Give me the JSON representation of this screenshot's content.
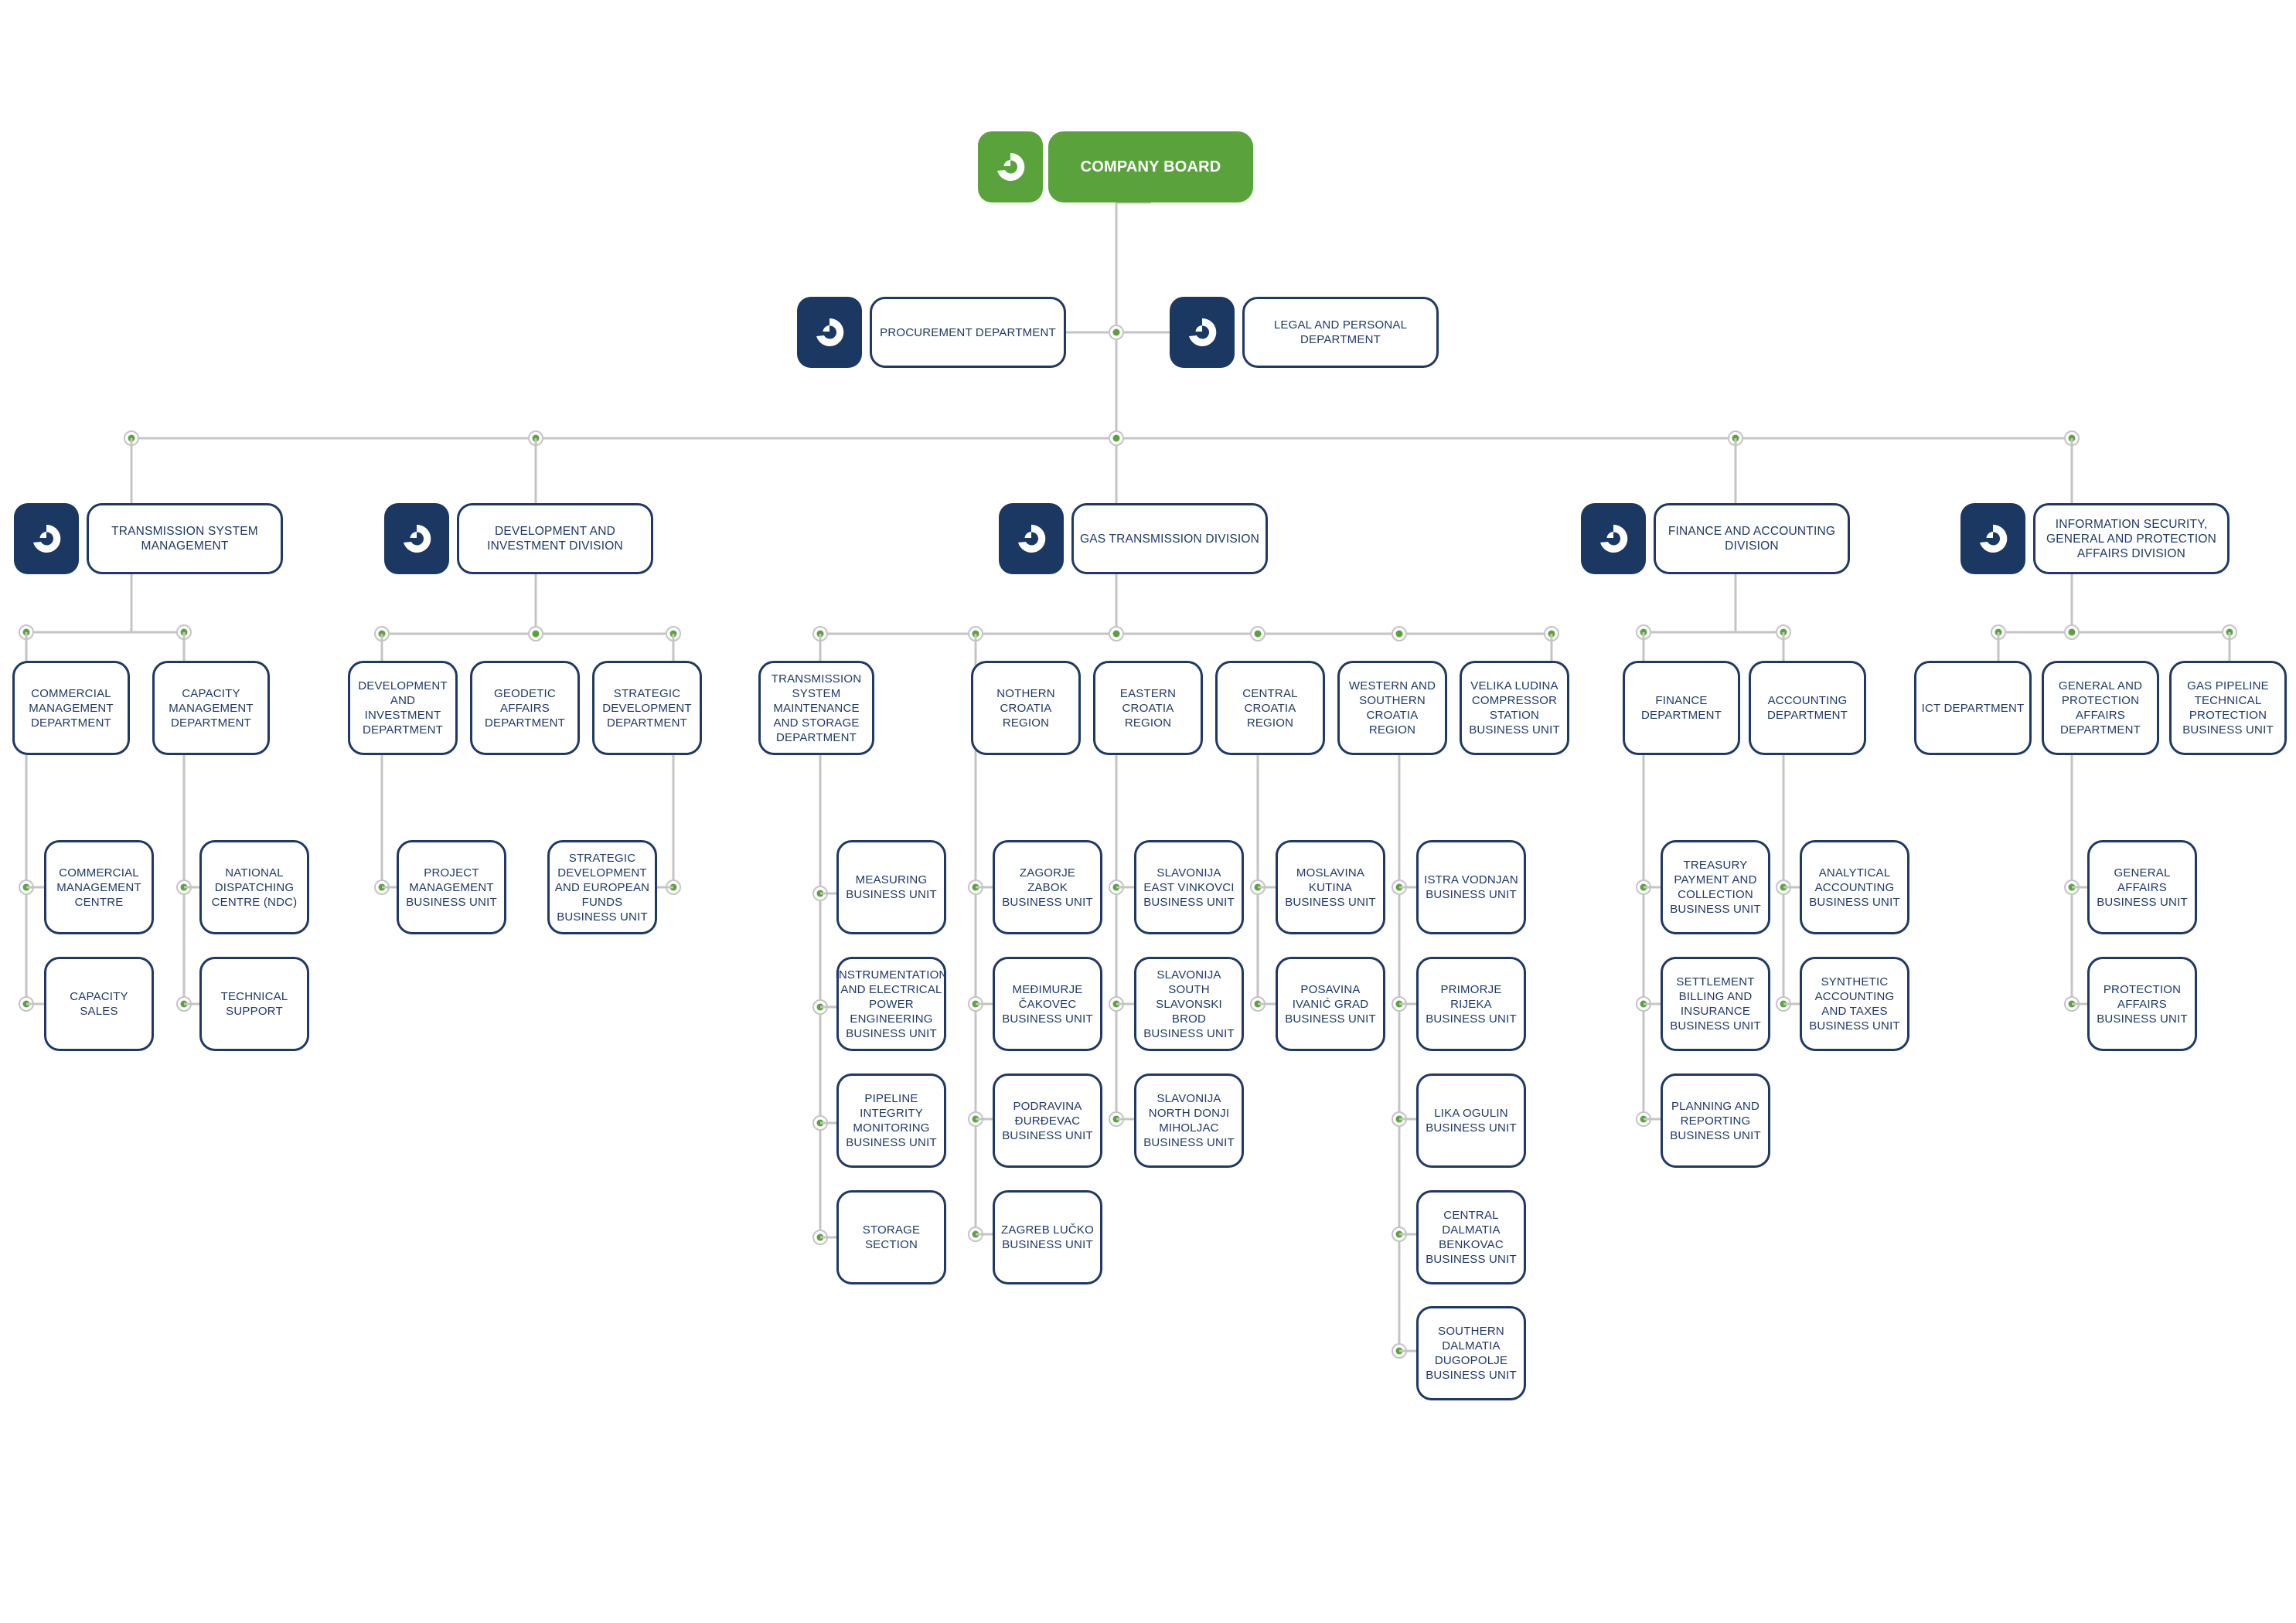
{
  "colors": {
    "board_green": "#5aa33c",
    "navy": "#1f3864",
    "connector_line": "#c4c4c4",
    "node_dot": "#5aa33c"
  },
  "icons": {
    "board_logo": "company-logo-icon",
    "unit_logo": "company-logo-icon"
  },
  "board": {
    "label": "COMPANY BOARD"
  },
  "staff": {
    "procurement": "PROCUREMENT DEPARTMENT",
    "legal": "LEGAL AND PERSONAL DEPARTMENT"
  },
  "divisions": {
    "transmission_mgmt": "TRANSMISSION SYSTEM MANAGEMENT",
    "development": "DEVELOPMENT AND INVESTMENT DIVISION",
    "gas_transmission": "GAS TRANSMISSION DIVISION",
    "finance": "FINANCE AND ACCOUNTING DIVISION",
    "infosec": "INFORMATION SECURITY, GENERAL AND PROTECTION AFFAIRS DIVISION"
  },
  "departments": {
    "commercial_mgmt": "COMMERCIAL MANAGEMENT DEPARTMENT",
    "capacity_mgmt": "CAPACITY MANAGEMENT DEPARTMENT",
    "dev_invest": "DEVELOPMENT AND INVESTMENT DEPARTMENT",
    "geodetic": "GEODETIC AFFAIRS DEPARTMENT",
    "strategic_dev": "STRATEGIC DEVELOPMENT DEPARTMENT",
    "transmission_maint": "TRANSMISSION SYSTEM MAINTENANCE AND STORAGE DEPARTMENT",
    "northern_croatia": "NOTHERN CROATIA REGION",
    "eastern_croatia": "EASTERN CROATIA REGION",
    "central_croatia": "CENTRAL CROATIA REGION",
    "western_southern": "WESTERN AND SOUTHERN CROATIA REGION",
    "velika_ludina": "VELIKA LUDINA COMPRESSOR STATION BUSINESS UNIT",
    "finance_dept": "FINANCE DEPARTMENT",
    "accounting_dept": "ACCOUNTING DEPARTMENT",
    "ict": "ICT DEPARTMENT",
    "general_protection": "GENERAL AND PROTECTION AFFAIRS DEPARTMENT",
    "pipeline_protection": "GAS PIPELINE TECHNICAL PROTECTION BUSINESS UNIT"
  },
  "units": {
    "commercial_centre": "COMMERCIAL MANAGEMENT CENTRE",
    "capacity_sales": "CAPACITY SALES",
    "ndc": "NATIONAL DISPATCHING CENTRE (NDC)",
    "technical_support": "TECHNICAL SUPPORT",
    "project_mgmt": "PROJECT MANAGEMENT BUSINESS UNIT",
    "eu_funds": "STRATEGIC DEVELOPMENT AND EUROPEAN FUNDS BUSINESS UNIT",
    "measuring": "MEASURING BUSINESS UNIT",
    "instrumentation": "INSTRUMENTATION AND ELECTRICAL POWER ENGINEERING BUSINESS UNIT",
    "pipeline_integrity": "PIPELINE INTEGRITY MONITORING BUSINESS UNIT",
    "storage_section": "STORAGE SECTION",
    "zagorje": "ZAGORJE ZABOK BUSINESS UNIT",
    "medimurje": "MEĐIMURJE ČAKOVEC BUSINESS UNIT",
    "podravina": "PODRAVINA ĐURĐEVAC BUSINESS UNIT",
    "zagreb": "ZAGREB LUČKO BUSINESS UNIT",
    "slavonija_east": "SLAVONIJA EAST VINKOVCI BUSINESS UNIT",
    "slavonija_south": "SLAVONIJA SOUTH SLAVONSKI BROD BUSINESS UNIT",
    "slavonija_north": "SLAVONIJA NORTH DONJI MIHOLJAC BUSINESS UNIT",
    "moslavina": "MOSLAVINA KUTINA BUSINESS UNIT",
    "posavina": "POSAVINA IVANIĆ GRAD BUSINESS UNIT",
    "istra": "ISTRA VODNJAN BUSINESS UNIT",
    "primorje": "PRIMORJE RIJEKA BUSINESS UNIT",
    "lika": "LIKA OGULIN BUSINESS UNIT",
    "central_dalmatia": "CENTRAL DALMATIA BENKOVAC BUSINESS UNIT",
    "southern_dalmatia": "SOUTHERN DALMATIA DUGOPOLJE BUSINESS UNIT",
    "treasury": "TREASURY PAYMENT AND COLLECTION BUSINESS UNIT",
    "settlement": "SETTLEMENT BILLING AND INSURANCE BUSINESS UNIT",
    "planning": "PLANNING AND REPORTING BUSINESS UNIT",
    "analytical": "ANALYTICAL ACCOUNTING BUSINESS UNIT",
    "synthetic": "SYNTHETIC ACCOUNTING AND TAXES BUSINESS UNIT",
    "general_affairs": "GENERAL AFFAIRS BUSINESS UNIT",
    "protection_affairs": "PROTECTION AFFAIRS BUSINESS UNIT"
  }
}
